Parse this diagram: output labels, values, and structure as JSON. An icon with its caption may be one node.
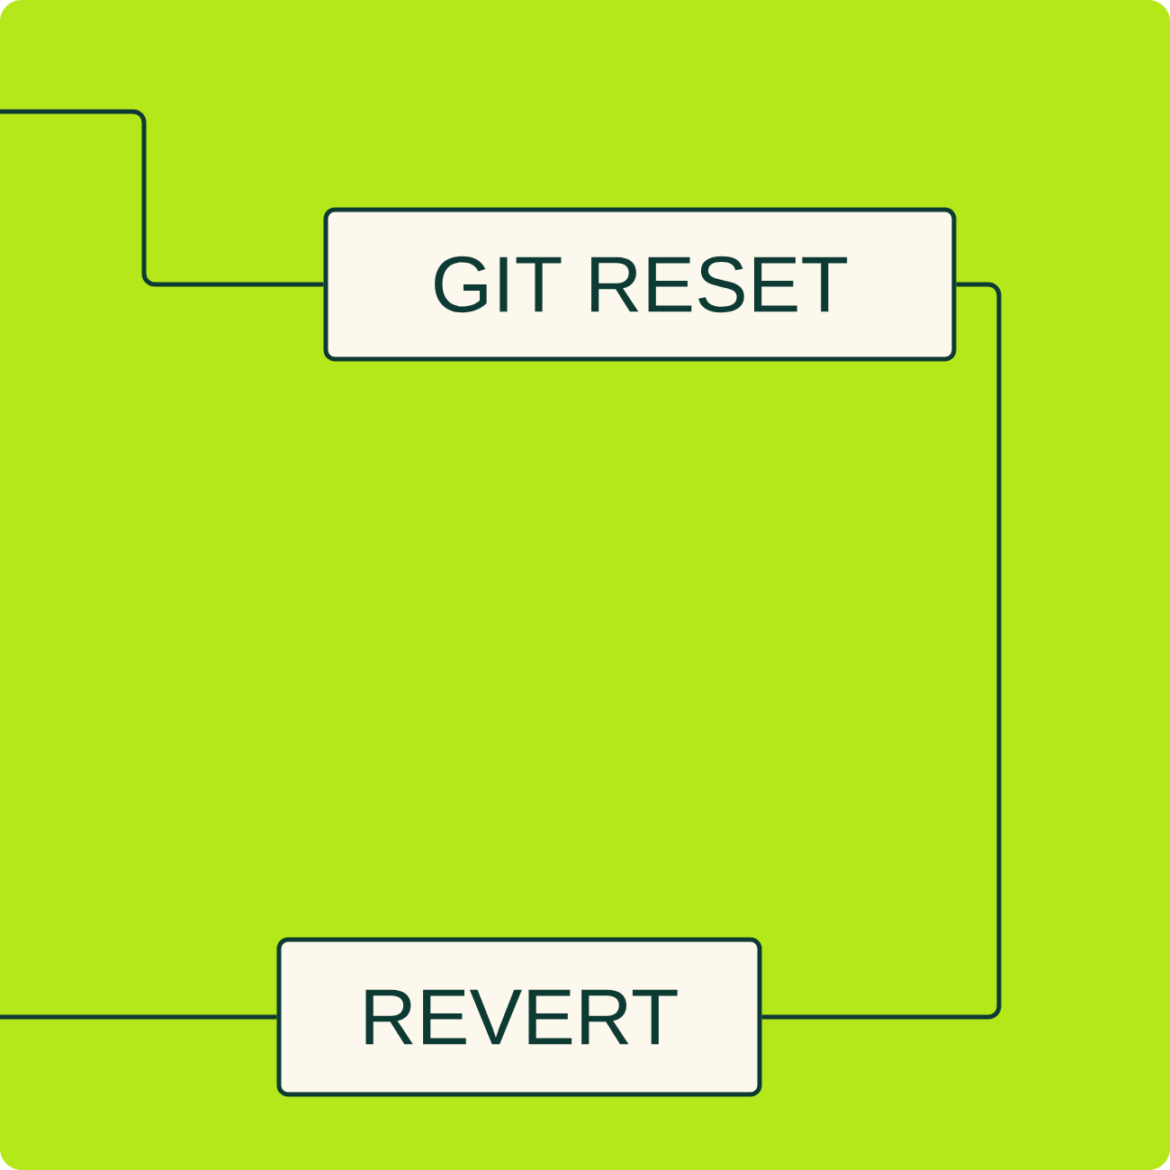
{
  "diagram": {
    "nodes": [
      {
        "text": [
          "GIT RESET"
        ]
      },
      {
        "text": [
          "REVERT"
        ]
      }
    ],
    "edges": [
      {
        "from": null,
        "to": 0,
        "arrow": "none"
      },
      {
        "from": 0,
        "to": 1,
        "arrow": "none"
      },
      {
        "from": null,
        "to": 1,
        "arrow": "none"
      }
    ]
  }
}
